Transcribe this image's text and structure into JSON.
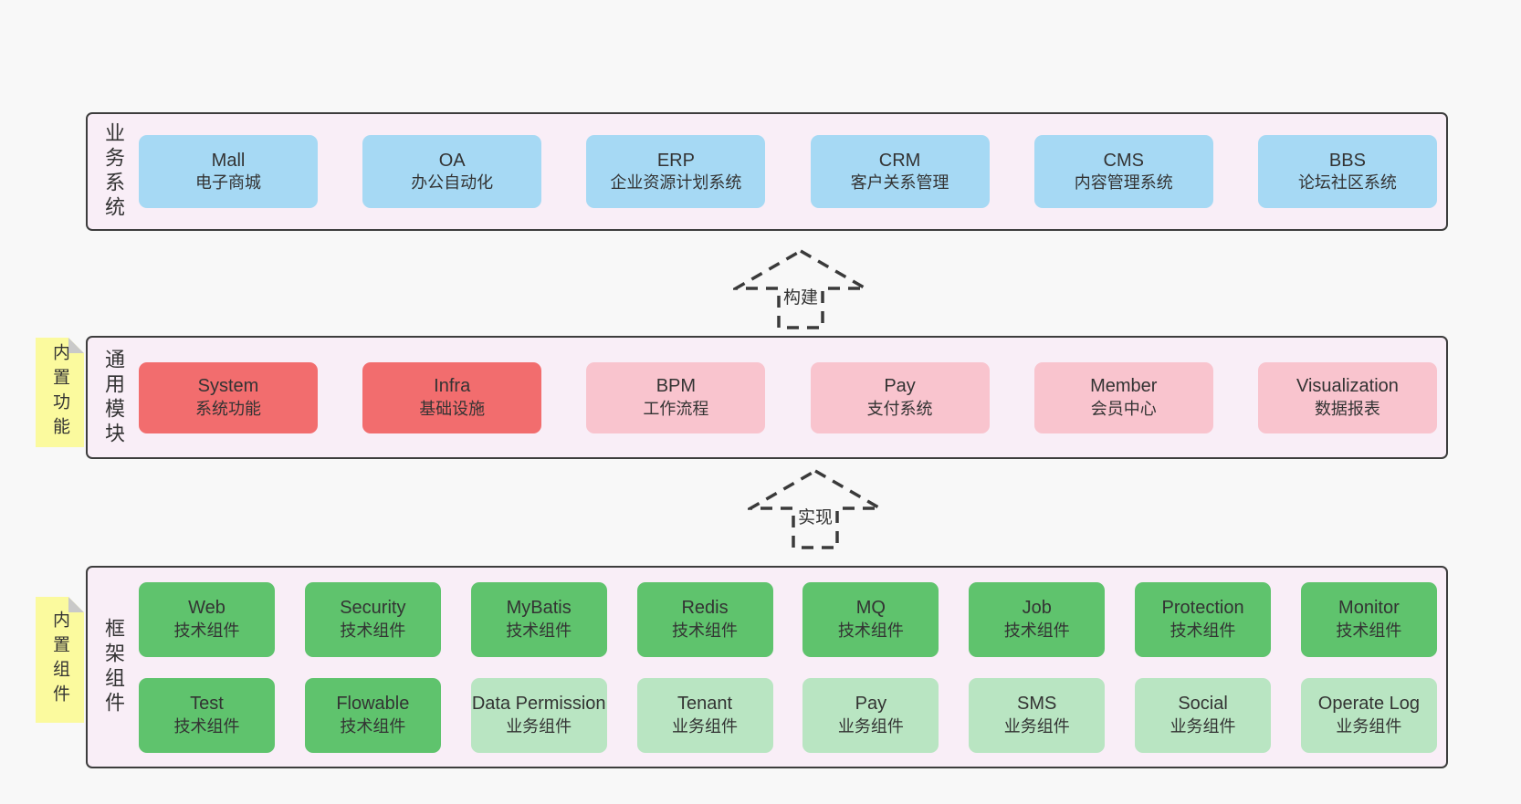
{
  "colors": {
    "page_bg": "#f8f8f8",
    "band_bg": "#f9eef7",
    "band_border": "#3d3d3d",
    "blue": "#a6d9f4",
    "red": "#f26d6e",
    "pink": "#f9c4ce",
    "green": "#5fc36d",
    "light_green": "#b9e5c2",
    "note_yellow": "#fbfa9e",
    "note_fold": "#c9c9c9",
    "text": "#333333"
  },
  "arrows": [
    {
      "label": "构建"
    },
    {
      "label": "实现"
    }
  ],
  "notes": [
    {
      "label": "内置功能"
    },
    {
      "label": "内置组件"
    }
  ],
  "layers": [
    {
      "label": "业务系统",
      "boxes": [
        {
          "title": "Mall",
          "subtitle": "电子商城"
        },
        {
          "title": "OA",
          "subtitle": "办公自动化"
        },
        {
          "title": "ERP",
          "subtitle": "企业资源计划系统"
        },
        {
          "title": "CRM",
          "subtitle": "客户关系管理"
        },
        {
          "title": "CMS",
          "subtitle": "内容管理系统"
        },
        {
          "title": "BBS",
          "subtitle": "论坛社区系统"
        }
      ]
    },
    {
      "label": "通用模块",
      "boxes": [
        {
          "title": "System",
          "subtitle": "系统功能"
        },
        {
          "title": "Infra",
          "subtitle": "基础设施"
        },
        {
          "title": "BPM",
          "subtitle": "工作流程"
        },
        {
          "title": "Pay",
          "subtitle": "支付系统"
        },
        {
          "title": "Member",
          "subtitle": "会员中心"
        },
        {
          "title": "Visualization",
          "subtitle": "数据报表"
        }
      ]
    },
    {
      "label": "框架组件",
      "rows": [
        [
          {
            "title": "Web",
            "subtitle": "技术组件"
          },
          {
            "title": "Security",
            "subtitle": "技术组件"
          },
          {
            "title": "MyBatis",
            "subtitle": "技术组件"
          },
          {
            "title": "Redis",
            "subtitle": "技术组件"
          },
          {
            "title": "MQ",
            "subtitle": "技术组件"
          },
          {
            "title": "Job",
            "subtitle": "技术组件"
          },
          {
            "title": "Protection",
            "subtitle": "技术组件"
          },
          {
            "title": "Monitor",
            "subtitle": "技术组件"
          }
        ],
        [
          {
            "title": "Test",
            "subtitle": "技术组件"
          },
          {
            "title": "Flowable",
            "subtitle": "技术组件"
          },
          {
            "title": "Data Permission",
            "subtitle": "业务组件"
          },
          {
            "title": "Tenant",
            "subtitle": "业务组件"
          },
          {
            "title": "Pay",
            "subtitle": "业务组件"
          },
          {
            "title": "SMS",
            "subtitle": "业务组件"
          },
          {
            "title": "Social",
            "subtitle": "业务组件"
          },
          {
            "title": "Operate Log",
            "subtitle": "业务组件"
          }
        ]
      ]
    }
  ]
}
